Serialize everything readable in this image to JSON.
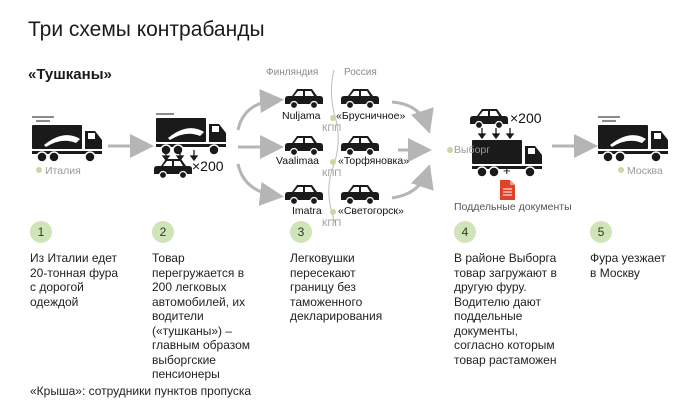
{
  "title": "Три схемы контрабанды",
  "subtitle": "«Тушканы»",
  "countries": {
    "left": "Финляндия",
    "right": "Россия"
  },
  "places": {
    "origin": "Италия",
    "vyborg": "Выборг",
    "destination": "Москва"
  },
  "routes": [
    {
      "finnish_post": "Nuljama",
      "russian_post": "«Брусничное»",
      "checkpoint": "КПП"
    },
    {
      "finnish_post": "Vaalimaa",
      "russian_post": "«Торфяновка»",
      "checkpoint": "КПП"
    },
    {
      "finnish_post": "Imatra",
      "russian_post": "«Светогорск»",
      "checkpoint": "КПП"
    }
  ],
  "car_count": "×200",
  "fake_docs_label": "Поддельные документы",
  "plus_sign": "+",
  "steps": [
    {
      "num": "1",
      "text": "Из Италии едет 20-тонная фура с дорогой одеждой"
    },
    {
      "num": "2",
      "text": "Товар перегружается в 200 легковых автомобилей, их водители («тушканы») – главным образом выборгские пенсионеры"
    },
    {
      "num": "3",
      "text": "Легковушки пересекают границу без таможенного декларирования"
    },
    {
      "num": "4",
      "text": "В районе Выборга товар загружают в другую фуру. Водителю дают поддельные документы, согласно которым товар растаможен"
    },
    {
      "num": "5",
      "text": "Фура уезжает в Москву"
    }
  ],
  "footer": "«Крыша»: сотрудники пунктов пропуска",
  "colors": {
    "accent_green": "#cfe4b8",
    "dot_green": "#c7d8a8",
    "arrow_gray": "#b5b5b5",
    "icon_black": "#1a1a1a",
    "doc_red": "#e0412a"
  }
}
